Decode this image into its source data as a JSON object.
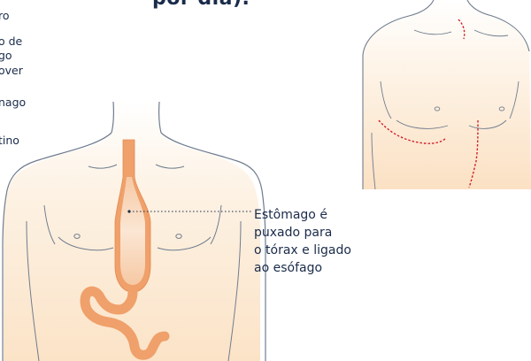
{
  "title_fragment": "por dia).",
  "left_fragments": [
    "ro",
    "o de",
    "go",
    "over",
    "nago",
    "tino"
  ],
  "callout": {
    "lines": [
      "Estômago é",
      "puxado para",
      "o tórax e ligado",
      "ao esófago"
    ]
  },
  "colors": {
    "skin_light": "#fdebd6",
    "outline": "#6f7c8e",
    "organ": "#f0a06a",
    "incision": "#d0202a",
    "text": "#1a2b4a"
  }
}
